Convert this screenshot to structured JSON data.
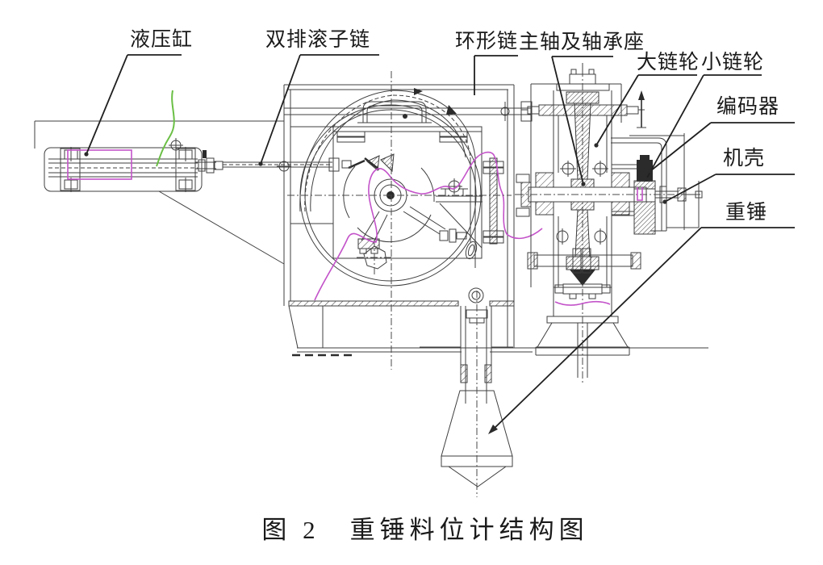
{
  "figure": {
    "caption": "图 2　重锤料位计结构图",
    "caption_number": "图 2",
    "caption_title": "重锤料位计结构图"
  },
  "labels": {
    "hydraulic_cylinder": "液压缸",
    "double_row_roller_chain": "双排滚子链",
    "ring_chain": "环形链",
    "main_shaft_and_bearing_seat": "主轴及轴承座",
    "large_sprocket": "大链轮",
    "small_sprocket": "小链轮",
    "encoder": "编码器",
    "casing": "机壳",
    "heavy_hammer": "重锤"
  },
  "colors": {
    "drawing_line": "#3f3f3f",
    "label_text": "#1a1a1a",
    "highlight_magenta": "#c353c9",
    "highlight_green": "#6abf45",
    "background": "#ffffff"
  }
}
